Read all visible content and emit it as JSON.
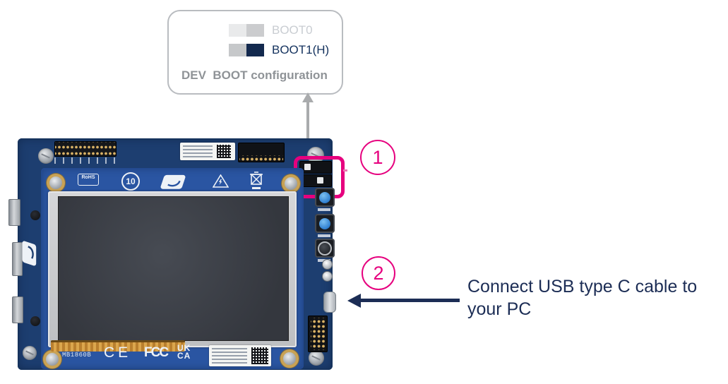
{
  "colors": {
    "accent_pink": "#e6007e",
    "navy_text": "#1c2d55",
    "callout_gray_arrow": "#a9abad",
    "boot1_active_navy": "#13294e",
    "main_board_blue": "#1d3e70",
    "lcd_board_blue": "#2a55a2"
  },
  "callout": {
    "switch_rows": [
      {
        "label": "BOOT0",
        "state": "muted"
      },
      {
        "label": "BOOT1(H)",
        "state": "active"
      }
    ],
    "caption": "DEV  BOOT configuration"
  },
  "steps": {
    "step1": "1",
    "step2": "2"
  },
  "instruction_text": "Connect USB type C cable to your PC",
  "board": {
    "model_label": "MB1860B",
    "marks": {
      "rohs": "RoHS",
      "china_rohs_years": "10",
      "ce": "CE",
      "fcc": "FCC",
      "ukca_top": "UK",
      "ukca_bottom": "CA"
    }
  }
}
